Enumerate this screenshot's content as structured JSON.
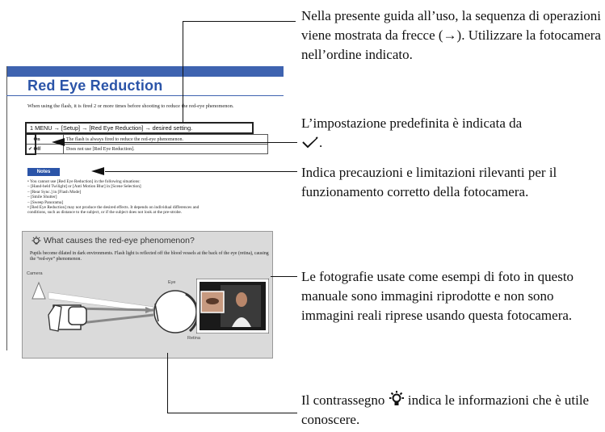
{
  "sample_page": {
    "title": "Red Eye Reduction",
    "intro": "When using the flash, it is fired 2 or more times before shooting to reduce the red-eye phenomenon.",
    "step": "1  MENU → [Setup] → [Red Eye Reduction] → desired setting.",
    "options": [
      {
        "label": "On",
        "desc": "The flash is always fired to reduce the red-eye phenomenon."
      },
      {
        "label": "Off",
        "desc": "Does not use [Red Eye Reduction]."
      }
    ],
    "notes_label": "Notes",
    "notes": [
      "•  You cannot use [Red Eye Reduction] in the following situations:",
      "   – [Hand-held Twilight] or [Anti Motion Blur] in [Scene Selection]",
      "   – [Rear Sync.] in [Flash Mode]",
      "   – [Smile Shutter]",
      "   – [Sweep Panorama]",
      "•  [Red Eye Reduction] may not produce the desired effects. It depends on individual differences and",
      "   conditions, such as distance to the subject, or if the subject does not look at the pre-strobe."
    ],
    "tip_title": "What causes the red-eye phenomenon?",
    "tip_text": "Pupils become dilated in dark environments. Flash light is reflected off the blood vessels at the back of the eye (retina), causing the “red-eye” phenomenon.",
    "diagram_labels": {
      "camera": "Camera",
      "eye": "Eye",
      "retina": "Retina"
    }
  },
  "annotations": [
    "Nella presente guida all’uso, la sequenza di operazioni viene mostrata da frecce (→). Utilizzare la fotocamera nell’ordine indicato.",
    "L’impostazione predefinita è indicata da",
    "Indica precauzioni e limitazioni rilevanti per il funzionamento corretto della fotocamera.",
    "Le fotografie usate come esempi di foto in questo manuale sono immagini riprodotte e non sono immagini reali riprese usando questa fotocamera.",
    "indica le informazioni che è utile conoscere."
  ],
  "annotation_prefixes": {
    "tip": "Il contrassegno"
  },
  "colors": {
    "accent": "#2b54a8",
    "tip_bg": "#dadada"
  },
  "icons": [
    "checkmark-icon",
    "lightbulb-icon",
    "arrow-left-icon"
  ]
}
